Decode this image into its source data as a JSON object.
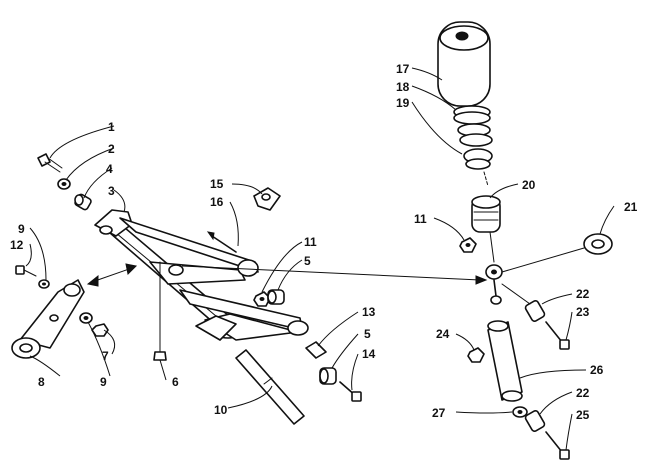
{
  "callouts": {
    "c1": "1",
    "c2": "2",
    "c3": "3",
    "c4": "4",
    "c5a": "5",
    "c5b": "5",
    "c6": "6",
    "c7": "7",
    "c8": "8",
    "c9a": "9",
    "c9b": "9",
    "c10": "10",
    "c11a": "11",
    "c11b": "11",
    "c12": "12",
    "c13": "13",
    "c14": "14",
    "c15": "15",
    "c16": "16",
    "c17": "17",
    "c18": "18",
    "c19": "19",
    "c20": "20",
    "c21": "21",
    "c22a": "22",
    "c22b": "22",
    "c23": "23",
    "c24": "24",
    "c25": "25",
    "c26": "26",
    "c27": "27"
  }
}
